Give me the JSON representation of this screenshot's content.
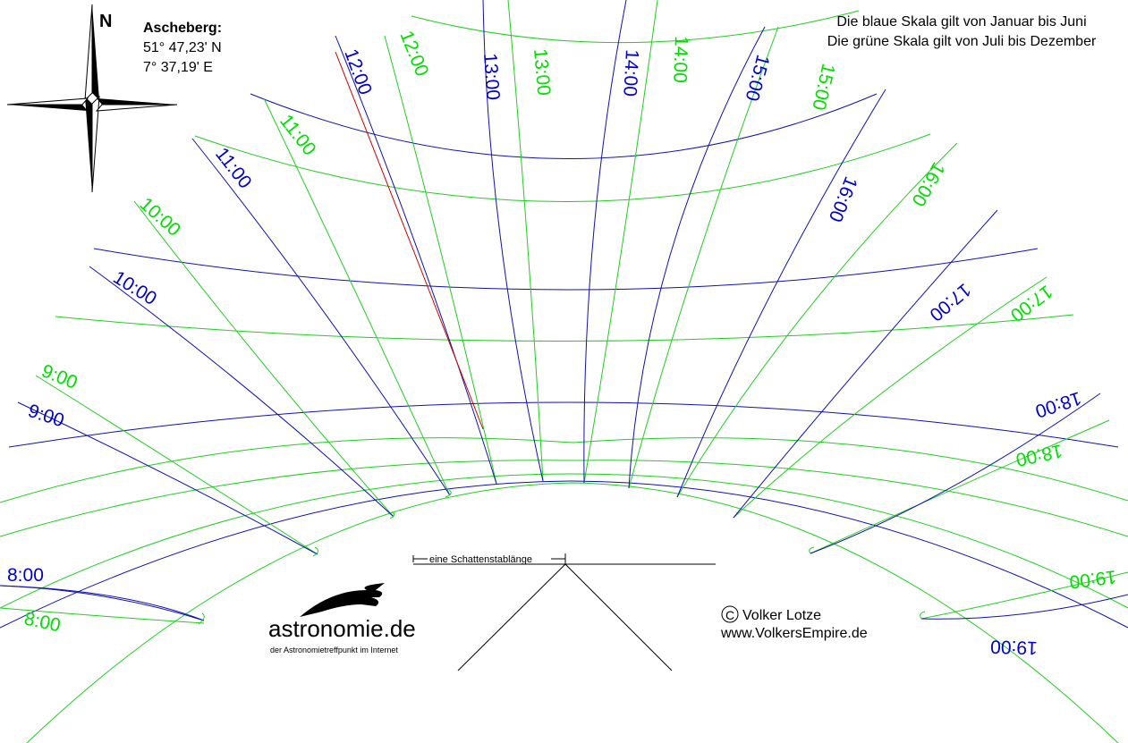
{
  "location": {
    "north_letter": "N",
    "name": "Ascheberg:",
    "latitude": "51° 47,23' N",
    "longitude": "7° 37,19' E"
  },
  "legend": {
    "line1": "Die blaue Skala gilt von Januar bis Juni",
    "line2": "Die grüne Skala gilt von Juli bis Dezember"
  },
  "scale": {
    "label": "eine Schattenstablänge"
  },
  "branding": {
    "logo_text": "astronomie.de",
    "tagline": "der Astronomietreffpunkt im Internet"
  },
  "credits": {
    "copyright_symbol": "C",
    "author": "Volker Lotze",
    "website": "www.VolkersEmpire.de"
  },
  "colors": {
    "blue_scale": "#0000cc",
    "green_scale": "#00e000",
    "noon_marker": "#cc0000"
  },
  "hour_labels": {
    "blue": [
      "8:00",
      "9:00",
      "10:00",
      "11:00",
      "12:00",
      "13:00",
      "14:00",
      "15:00",
      "16:00",
      "17:00",
      "18:00",
      "19:00"
    ],
    "green": [
      "8:00",
      "9:00",
      "10:00",
      "11:00",
      "12:00",
      "13:00",
      "14:00",
      "15:00",
      "16:00",
      "17:00",
      "18:00",
      "19:00"
    ]
  }
}
